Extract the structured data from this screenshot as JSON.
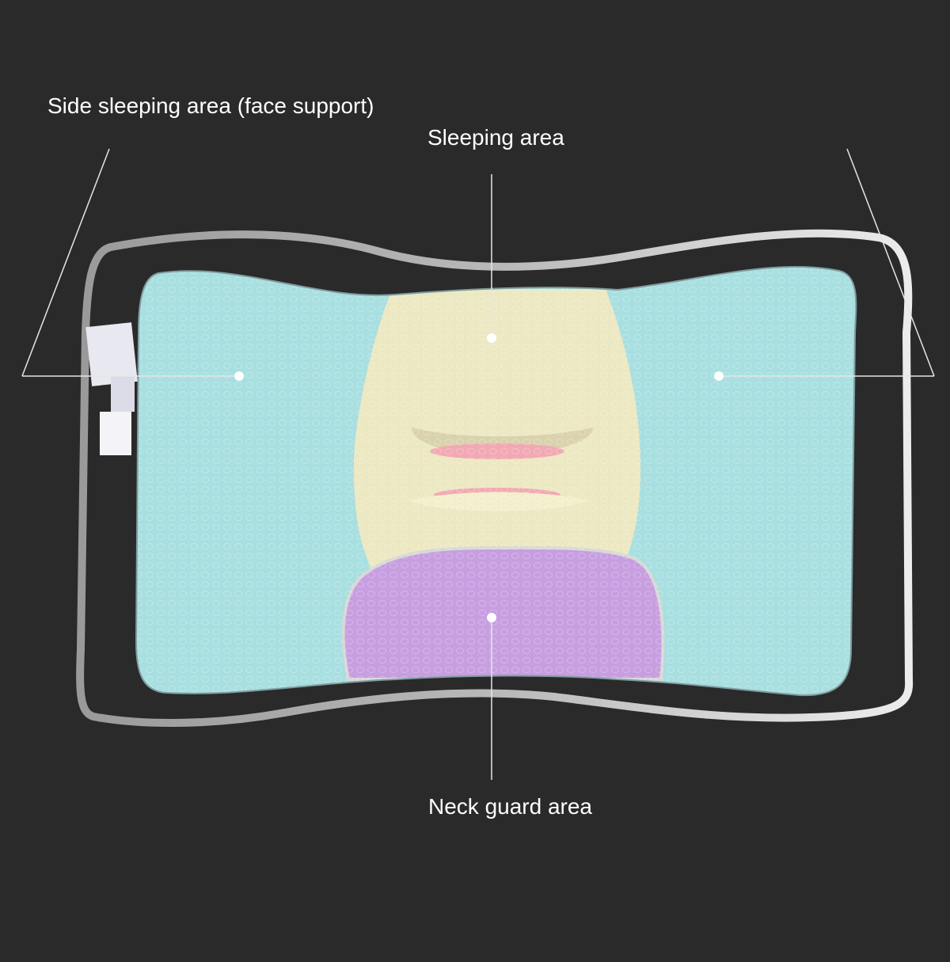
{
  "labels": {
    "side_sleeping": "Side sleeping area (face support)",
    "sleeping": "Sleeping area",
    "neck_guard": "Neck guard area"
  },
  "colors": {
    "background": "#2a2a2a",
    "side_zone": "#a8dfe0",
    "sleeping_zone": "#ece8c2",
    "neck_zone": "#c79ee0",
    "contour_groove": "#f2a9b4",
    "outline": "#bdbdbd",
    "callout_line": "#e6e6e6"
  }
}
